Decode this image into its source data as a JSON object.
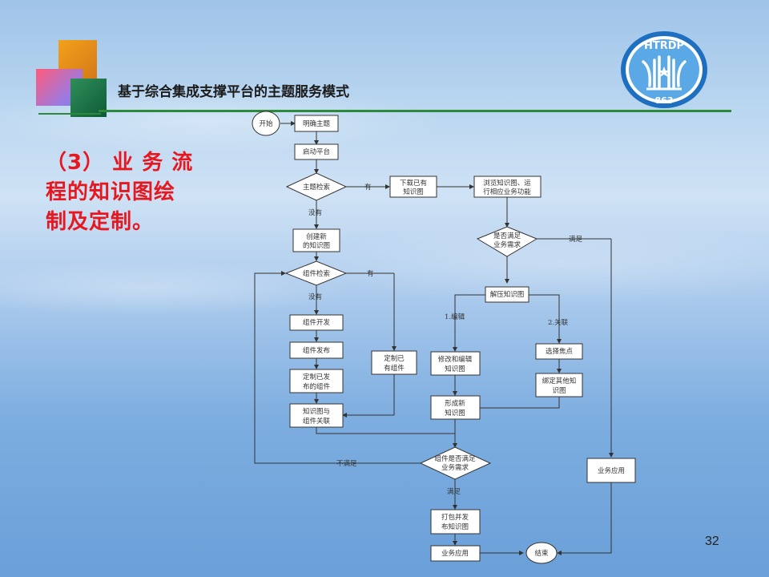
{
  "slide": {
    "title": "基于综合集成支撑平台的主题服务模式",
    "heading_lines": [
      "（3） 业 务 流",
      "程的知识图绘",
      "制及定制。"
    ],
    "page_number": "32"
  },
  "logo": {
    "text_top": "HTRDP",
    "text_bottom": "863",
    "colors": {
      "ring": "#1e6fc0",
      "fill": "#5aa8e6"
    }
  },
  "flowchart": {
    "start": "开始",
    "clarify_topic": "明确主题",
    "launch_platform": "启动平台",
    "topic_search": "主题检索",
    "download_existing": [
      "下载已有",
      "知识图"
    ],
    "browse_map": [
      "浏览知识图、运",
      "行相应业务功能"
    ],
    "meets_need": [
      "是否满足",
      "业务需求"
    ],
    "create_new": [
      "创建新",
      "的知识图"
    ],
    "component_search": "组件检索",
    "decompose_map": "解压知识图",
    "edit_label": "1.编辑",
    "associate_label": "2.关联",
    "develop_component": "组件开发",
    "publish_component": "组件发布",
    "customize_existing": [
      "定制已",
      "有组件"
    ],
    "modify_edit": [
      "修改和编辑",
      "知识图"
    ],
    "select_node": "选择焦点",
    "customize_published": [
      "定制已发",
      "布的组件"
    ],
    "bind_other": [
      "绑定其他知",
      "识图"
    ],
    "map_component_link": [
      "知识图与",
      "组件关联"
    ],
    "form_new": [
      "形成新",
      "知识图"
    ],
    "component_meets_need": [
      "组件是否满足",
      "业务需求"
    ],
    "business_app_right": "业务应用",
    "package_publish": [
      "打包并发",
      "布知识图"
    ],
    "business_app_bottom": "业务应用",
    "end": "结束",
    "labels": {
      "yes_1": "有",
      "no_1": "没有",
      "yes_2": "有",
      "no_2": "没有",
      "satisfied_1": "满足",
      "not_satisfied": "不满足",
      "satisfied_2": "满足"
    }
  }
}
